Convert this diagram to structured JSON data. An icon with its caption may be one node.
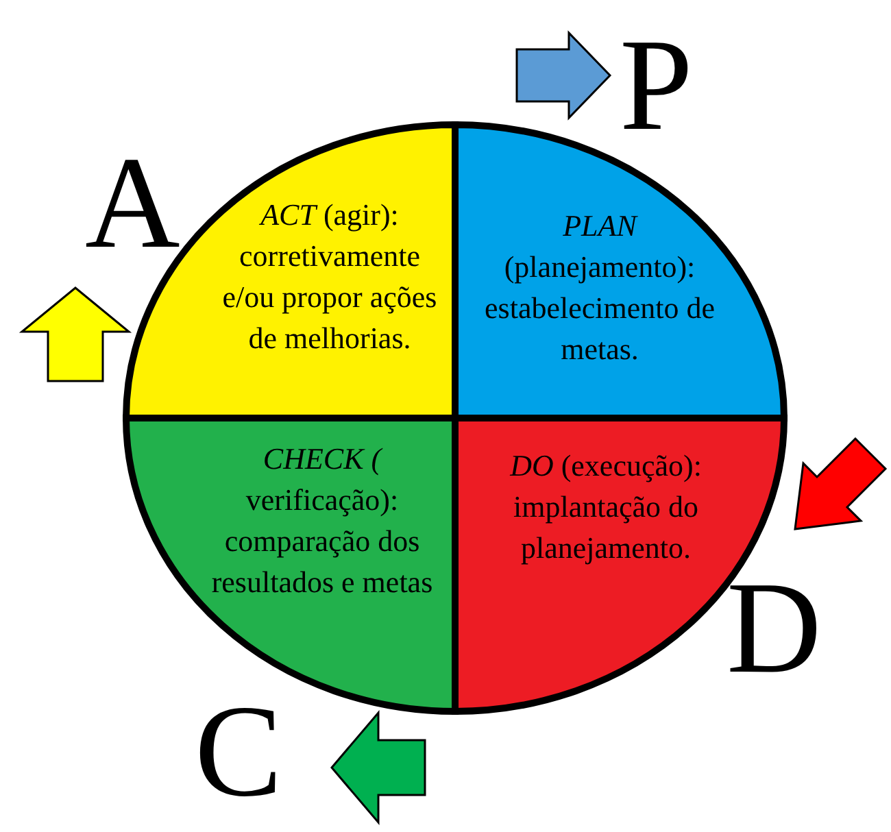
{
  "diagram": {
    "nodes": [
      {
        "text": [
          "*ACT* (agir): corretivamente e/ou propor ações de melhorias."
        ]
      },
      {
        "text": [
          "*PLAN* (planejamento): estabelecimento de metas."
        ]
      },
      {
        "text": [
          "*CHECK* *(* verificação): comparação dos resultados e metas"
        ]
      },
      {
        "text": [
          "*DO* (execução): implantação do planejamento."
        ]
      }
    ],
    "labels": [
      "P",
      "A",
      "D",
      "C"
    ]
  }
}
